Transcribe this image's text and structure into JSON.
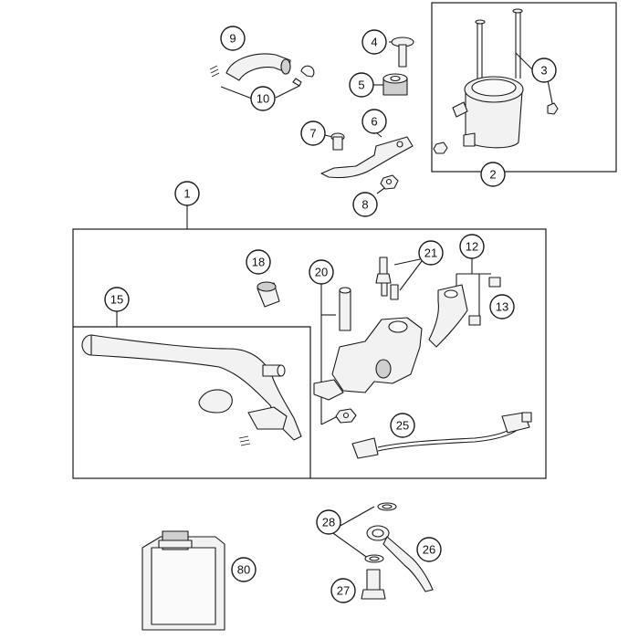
{
  "callouts": {
    "c1": "1",
    "c2": "2",
    "c3": "3",
    "c4": "4",
    "c5": "5",
    "c6": "6",
    "c7": "7",
    "c8": "8",
    "c9": "9",
    "c10": "10",
    "c12": "12",
    "c13": "13",
    "c15": "15",
    "c18": "18",
    "c20": "20",
    "c21": "21",
    "c25": "25",
    "c26": "26",
    "c27": "27",
    "c28": "28",
    "c80": "80"
  }
}
